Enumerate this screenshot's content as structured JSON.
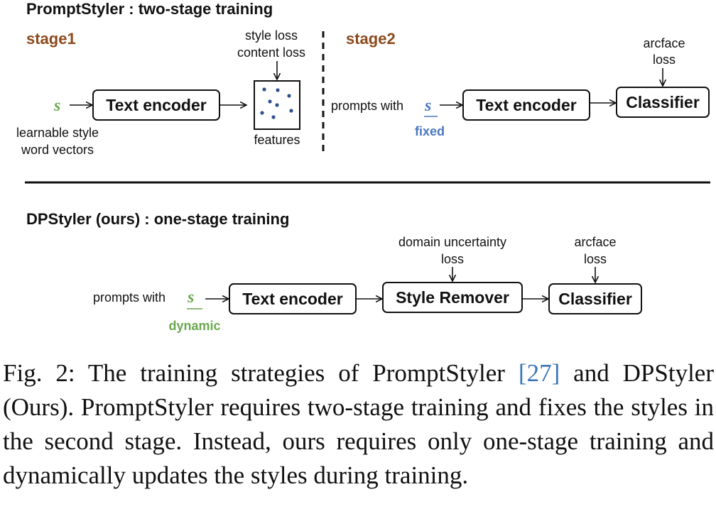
{
  "top": {
    "title": "PromptStyler : two-stage training",
    "stage1": {
      "label": "stage1",
      "var": "s",
      "var_desc_line1": "learnable style",
      "var_desc_line2": "word vectors",
      "encoder": "Text encoder",
      "loss_line1": "style loss",
      "loss_line2": "content loss",
      "features": "features"
    },
    "stage2": {
      "label": "stage2",
      "prompt": "prompts with",
      "var": "s",
      "var_note": "fixed",
      "encoder": "Text encoder",
      "classifier": "Classifier",
      "loss_line1": "arcface",
      "loss_line2": "loss"
    }
  },
  "bottom": {
    "title": "DPStyler (ours) : one-stage training",
    "prompt": "prompts with",
    "var": "s",
    "var_note": "dynamic",
    "encoder": "Text encoder",
    "remover": "Style Remover",
    "remover_loss_line1": "domain uncertainty",
    "remover_loss_line2": "loss",
    "classifier": "Classifier",
    "classifier_loss_line1": "arcface",
    "classifier_loss_line2": "loss"
  },
  "caption": {
    "prefix": "Fig. 2: The training strategies of PromptStyler ",
    "ref": "[27]",
    "suffix": " and DPStyler (Ours). PromptStyler requires two-stage training and fixes the styles in the second stage. Instead, ours requires only one-stage training and dynamically updates the styles during training."
  },
  "colors": {
    "stage": "#8b4a1c",
    "green": "#6aa84f",
    "blue": "#4a78c2",
    "dots": "#2f4f8f"
  }
}
